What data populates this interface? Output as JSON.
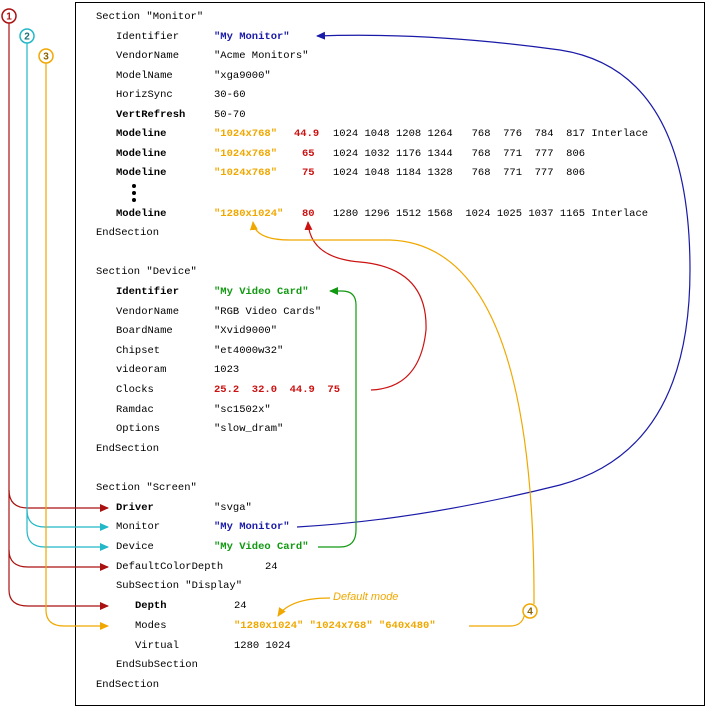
{
  "colors": {
    "blue": "#1a1aa8",
    "green": "#119911",
    "red": "#cc1111",
    "orange": "#f0a800",
    "cyan": "#22b8c8",
    "dark_red": "#aa1111"
  },
  "monitor": {
    "header": "Section \"Monitor\"",
    "identifier_key": "Identifier",
    "identifier_val": "\"My Monitor\"",
    "vendor_key": "VendorName",
    "vendor_val": "\"Acme Monitors\"",
    "model_key": "ModelName",
    "model_val": "\"xga9000\"",
    "hsync_key": "HorizSync",
    "hsync_val": "30-60",
    "vrefresh_key": "VertRefresh",
    "vrefresh_val": "50-70",
    "modelines": [
      {
        "key": "Modeline",
        "name": "\"1024x768\"",
        "clock": "44.9",
        "rest": "1024 1048 1208 1264   768  776  784  817 Interlace"
      },
      {
        "key": "Modeline",
        "name": "\"1024x768\"",
        "clock": "65",
        "rest": "1024 1032 1176 1344   768  771  777  806"
      },
      {
        "key": "Modeline",
        "name": "\"1024x768\"",
        "clock": "75",
        "rest": "1024 1048 1184 1328   768  771  777  806"
      },
      {
        "key": "Modeline",
        "name": "\"1280x1024\"",
        "clock": "80",
        "rest": "1280 1296 1512 1568  1024 1025 1037 1165 Interlace"
      }
    ],
    "end": "EndSection"
  },
  "device": {
    "header": "Section \"Device\"",
    "identifier_key": "Identifier",
    "identifier_val": "\"My Video Card\"",
    "vendor_key": "VendorName",
    "vendor_val": "\"RGB Video Cards\"",
    "board_key": "BoardName",
    "board_val": "\"Xvid9000\"",
    "chipset_key": "Chipset",
    "chipset_val": "\"et4000w32\"",
    "videoram_key": "videoram",
    "videoram_val": "1023",
    "clocks_key": "Clocks",
    "clocks_val": "25.2  32.0  44.9  75",
    "ramdac_key": "Ramdac",
    "ramdac_val": "\"sc1502x\"",
    "options_key": "Options",
    "options_val": "\"slow_dram\"",
    "end": "EndSection"
  },
  "screen": {
    "header": "Section \"Screen\"",
    "driver_key": "Driver",
    "driver_val": "\"svga\"",
    "monitor_key": "Monitor",
    "monitor_val": "\"My Monitor\"",
    "device_key": "Device",
    "device_val": "\"My Video Card\"",
    "depth_key": "DefaultColorDepth",
    "depth_val": "24",
    "sub_header": "SubSection \"Display\"",
    "sub_depth_key": "Depth",
    "sub_depth_val": "24",
    "modes_key": "Modes",
    "modes_val": "\"1280x1024\" \"1024x768\" \"640x480\"",
    "virtual_key": "Virtual",
    "virtual_val": "1280 1024",
    "sub_end": "EndSubSection",
    "end": "EndSection"
  },
  "annotations": {
    "default_mode": "Default mode",
    "badges": [
      "1",
      "2",
      "3",
      "4"
    ]
  }
}
